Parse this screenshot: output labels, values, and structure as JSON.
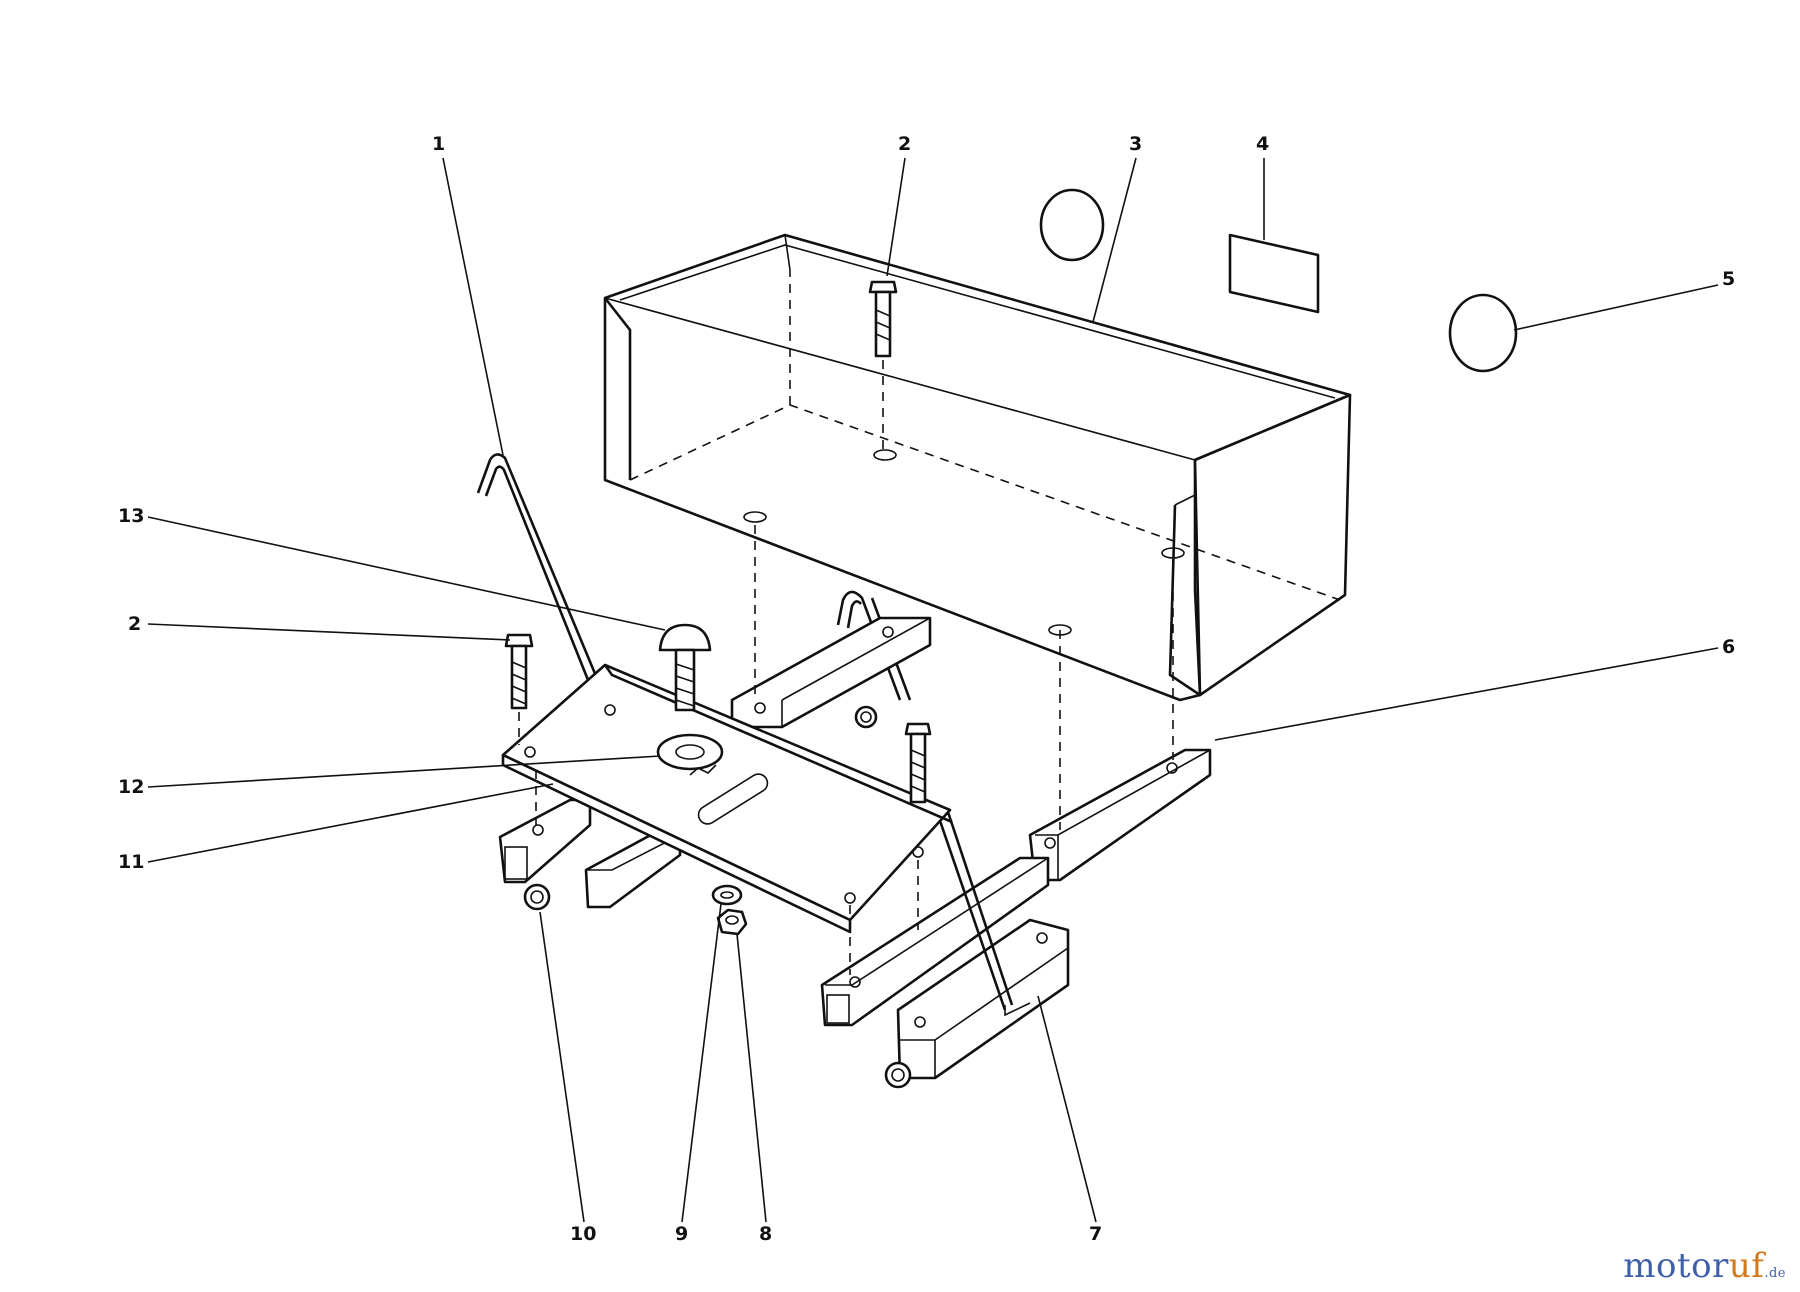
{
  "diagram": {
    "callouts": [
      "1",
      "2",
      "3",
      "4",
      "5",
      "2",
      "13",
      "6",
      "12",
      "11",
      "10",
      "9",
      "8",
      "7"
    ]
  },
  "watermark": {
    "part_a": "motor",
    "part_b": "uf",
    "part_c": ".de"
  },
  "colors": {
    "ink": "#111111",
    "watermark_blue": "#3f5fa8",
    "watermark_orange": "#d07a1e"
  }
}
